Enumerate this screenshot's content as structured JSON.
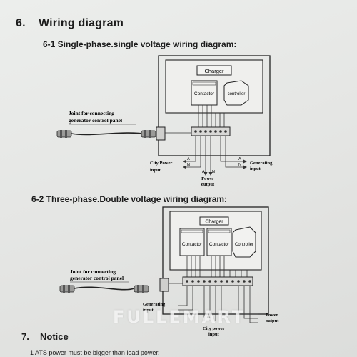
{
  "section6": {
    "number": "6.",
    "title": "Wiring diagram"
  },
  "diagram1": {
    "heading": "6-1 Single-phase.single voltage wiring diagram:",
    "charger": "Charger",
    "contactor": "Contactor",
    "controller": "controller",
    "joint_line1": "Joint for connecting",
    "joint_line2": "generator control panel",
    "city_power_1": "City Power",
    "city_power_2": "input",
    "power_output_1": "Power",
    "power_output_2": "output",
    "generating_1": "Generating",
    "generating_2": "input",
    "terminal_A": "A",
    "terminal_N": "N"
  },
  "diagram2": {
    "heading": "6-2 Three-phase.Double voltage wiring diagram:",
    "charger": "Charger",
    "contactor_left": "Contactor",
    "contactor_right": "Contactor",
    "controller": "Controller",
    "joint_line1": "Joint for connecting",
    "joint_line2": "generator control panel",
    "generating_1": "Generating",
    "generating_2": "input",
    "city_power_1": "City power",
    "city_power_2": "input",
    "power_output_1": "Power",
    "power_output_2": "output"
  },
  "section7": {
    "number": "7.",
    "title": "Notice"
  },
  "notice_line1": "1 ATS power must be bigger than load power.",
  "watermark": "FULLEMART"
}
